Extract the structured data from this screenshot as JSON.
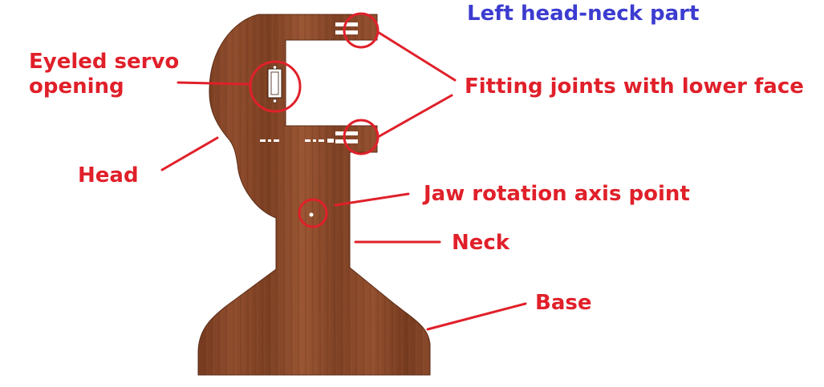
{
  "title": "Left head-neck part",
  "colors": {
    "title": "#3c3cd0",
    "label": "#e0202a",
    "line": "#e0202a",
    "wood": "#8a4a2c",
    "wood_dark": "#6a3520",
    "wood_light": "#a86040"
  },
  "labels": {
    "eyeled_servo_line1": "Eyeled servo",
    "eyeled_servo_line2": "opening",
    "fitting_joints": "Fitting joints with lower face",
    "head": "Head",
    "jaw_axis": "Jaw rotation axis point",
    "neck": "Neck",
    "base": "Base"
  }
}
